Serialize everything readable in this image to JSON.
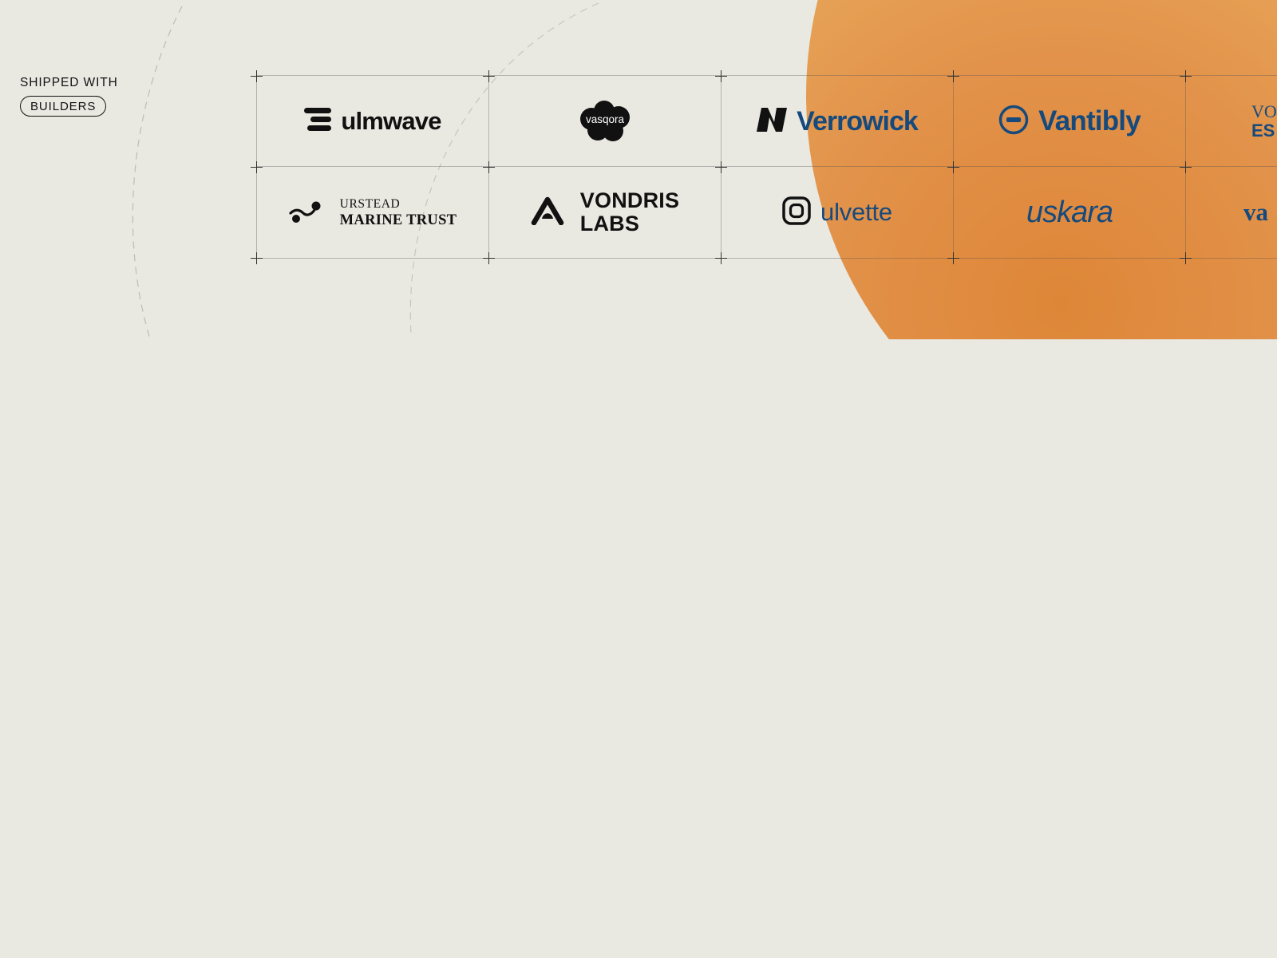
{
  "section": {
    "label": "SHIPPED WITH",
    "pill": "BUILDERS"
  },
  "colors": {
    "background": "#e9e8e1",
    "accent_orange": "#e2924a",
    "logo_blue": "#164a7d",
    "logo_black": "#111111"
  },
  "logos": {
    "ulmwave": {
      "name": "ulmwave",
      "icon": "stacked-bars-icon"
    },
    "vasqora": {
      "name": "vasqora",
      "icon": "cloud-icon"
    },
    "verrowick": {
      "name": "Verrowick",
      "icon": "n-mark-icon"
    },
    "vantibly": {
      "name": "Vantibly",
      "icon": "minus-circle-icon"
    },
    "partial_top": {
      "line1": "VO",
      "line2": "ES"
    },
    "urstead": {
      "line1": "URSTEAD",
      "line2": "MARINE TRUST",
      "icon": "wave-dot-icon"
    },
    "vondris": {
      "line1": "VONDRIS",
      "line2": "LABS",
      "icon": "mountain-icon"
    },
    "ulvette": {
      "name": "ulvette",
      "icon": "rounded-square-icon"
    },
    "uskara": {
      "name": "uskara"
    },
    "partial_bottom": {
      "name": "va"
    }
  }
}
